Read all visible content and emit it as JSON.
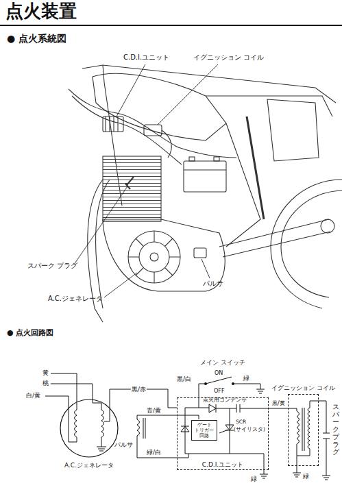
{
  "diagram": {
    "title": "点火装置",
    "nodes": [
      {
        "text": [
          "C.D.I.ユニット"
        ]
      },
      {
        "text": [
          "ゲート トリガー 回路"
        ],
        "in": 0
      },
      {
        "text": [
          "イグニッション コイル"
        ]
      },
      {
        "text": [
          "A.C.ジェネレータ"
        ]
      }
    ],
    "edges": [
      {
        "from": 3,
        "to": 0,
        "arrow": "none",
        "label": "黒/赤"
      },
      {
        "from": 0,
        "to": 2,
        "arrow": "none",
        "label": "黒/黄"
      }
    ],
    "labels": [
      "● 点火系統図",
      "C.D.I.ユニット",
      "イグニッション コイル",
      "スパーク プラグ",
      "A.C.ジェネレータ",
      "パルサ",
      "● 点火回路図",
      "黄",
      "桃",
      "白/黄",
      "パルサ",
      "青/黄",
      "緑/白",
      "メイン スイッチ",
      "ON",
      "OFF",
      "黒/白",
      "緑",
      "点火用コンデンサ",
      "SCR",
      "(サイリスタ)",
      "スパーク プラグ",
      "緑",
      "緑"
    ]
  }
}
